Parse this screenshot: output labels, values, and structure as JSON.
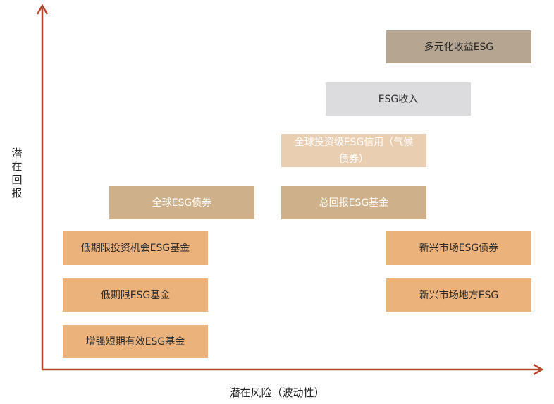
{
  "axes": {
    "y_label": "潜在回报",
    "x_label": "潜在风险（波动性）",
    "color": "#b5442a"
  },
  "boxes": [
    {
      "id": "duoyuan",
      "label": "多元化收益ESG",
      "color": "#b5a591"
    },
    {
      "id": "shouru",
      "label": "ESG收入",
      "color": "#dcdcde"
    },
    {
      "id": "quanqiu-touziji",
      "label": "全球投资级ESG信用（气候债券）",
      "color": "#e9ceb2"
    },
    {
      "id": "quanqiu-zhaiquan",
      "label": "全球ESG债券",
      "color": "#ceb18a"
    },
    {
      "id": "zonghuibao",
      "label": "总回报ESG基金",
      "color": "#ceb18a"
    },
    {
      "id": "diqixian-jihui",
      "label": "低期限投资机会ESG基金",
      "color": "#ecb27c"
    },
    {
      "id": "xinxing-zhaiquan",
      "label": "新兴市场ESG债券",
      "color": "#ecb27c"
    },
    {
      "id": "diqixian",
      "label": "低期限ESG基金",
      "color": "#ecb27c"
    },
    {
      "id": "xinxing-difang",
      "label": "新兴市场地方ESG",
      "color": "#ecb27c"
    },
    {
      "id": "zengqiang",
      "label": "增强短期有效ESG基金",
      "color": "#ecb27c"
    }
  ]
}
